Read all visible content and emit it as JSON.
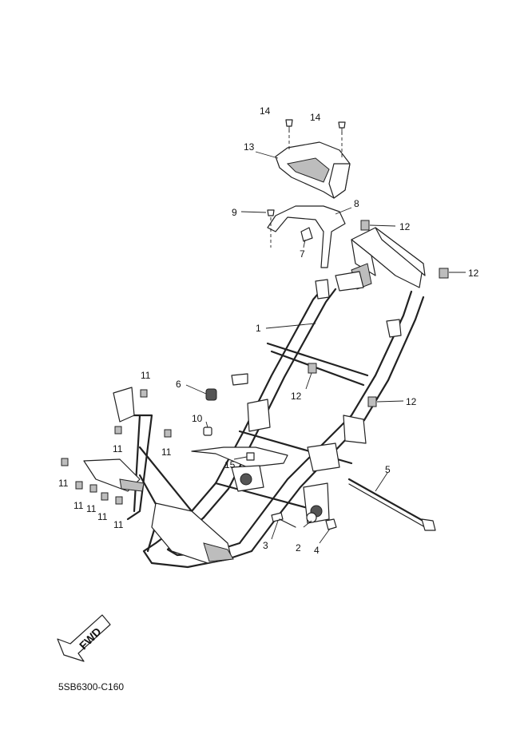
{
  "diagram": {
    "code": "5SB6300-C160",
    "fwd_label": "FWD",
    "callouts": [
      {
        "id": "c1",
        "label": "1"
      },
      {
        "id": "c2",
        "label": "2"
      },
      {
        "id": "c3",
        "label": "3"
      },
      {
        "id": "c4",
        "label": "4"
      },
      {
        "id": "c5",
        "label": "5"
      },
      {
        "id": "c6",
        "label": "6"
      },
      {
        "id": "c7",
        "label": "7"
      },
      {
        "id": "c8",
        "label": "8"
      },
      {
        "id": "c9",
        "label": "9"
      },
      {
        "id": "c10",
        "label": "10"
      },
      {
        "id": "c11a",
        "label": "11"
      },
      {
        "id": "c11b",
        "label": "11"
      },
      {
        "id": "c11c",
        "label": "11"
      },
      {
        "id": "c11d",
        "label": "11"
      },
      {
        "id": "c11e",
        "label": "11"
      },
      {
        "id": "c11f",
        "label": "11"
      },
      {
        "id": "c11g",
        "label": "11"
      },
      {
        "id": "c11h",
        "label": "11"
      },
      {
        "id": "c12a",
        "label": "12"
      },
      {
        "id": "c12b",
        "label": "12"
      },
      {
        "id": "c12c",
        "label": "12"
      },
      {
        "id": "c12d",
        "label": "12"
      },
      {
        "id": "c13",
        "label": "13"
      },
      {
        "id": "c14a",
        "label": "14"
      },
      {
        "id": "c14b",
        "label": "14"
      },
      {
        "id": "c15",
        "label": "15"
      }
    ]
  }
}
